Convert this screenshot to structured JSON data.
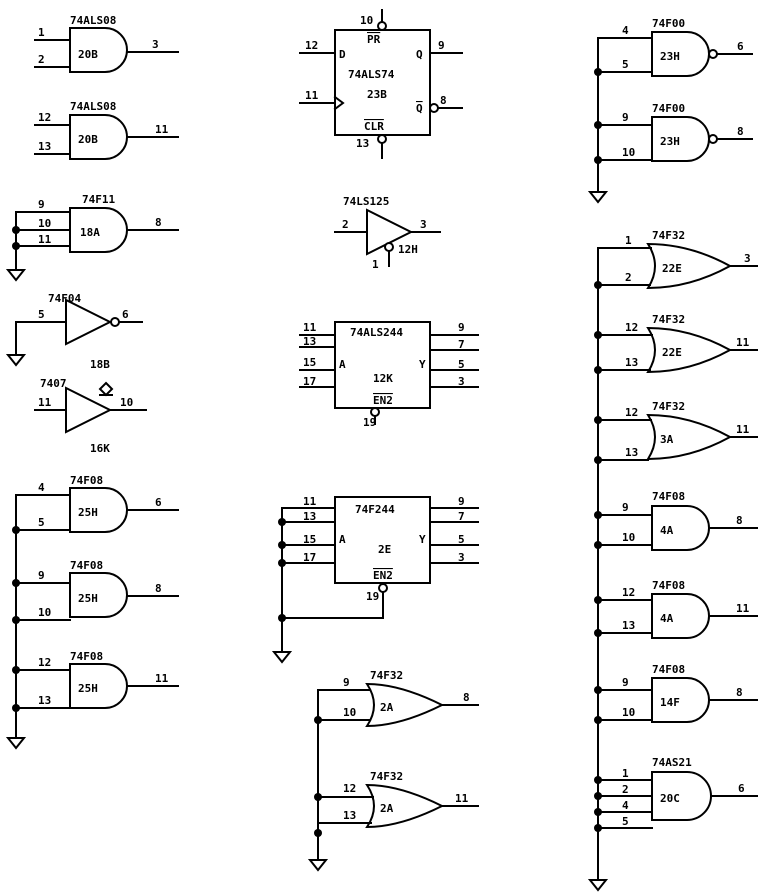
{
  "gates": [
    {
      "part": "74ALS08",
      "unit": "20B",
      "inputs": [
        "1",
        "2"
      ],
      "output": "3"
    },
    {
      "part": "74ALS08",
      "unit": "20B",
      "inputs": [
        "12",
        "13"
      ],
      "output": "11"
    },
    {
      "part": "74F11",
      "unit": "18A",
      "inputs": [
        "9",
        "10",
        "11"
      ],
      "output": "8"
    },
    {
      "part": "74F04",
      "unit": "18B",
      "inputs": [
        "5"
      ],
      "output": "6"
    },
    {
      "part": "7407",
      "unit": "16K",
      "inputs": [
        "11"
      ],
      "output": "10"
    },
    {
      "part": "74F08",
      "unit": "25H",
      "inputs": [
        "4",
        "5"
      ],
      "output": "6"
    },
    {
      "part": "74F08",
      "unit": "25H",
      "inputs": [
        "9",
        "10"
      ],
      "output": "8"
    },
    {
      "part": "74F08",
      "unit": "25H",
      "inputs": [
        "12",
        "13"
      ],
      "output": "11"
    },
    {
      "part": "74ALS74",
      "unit": "23B",
      "pins": {
        "pr": "10",
        "d": "12",
        "clk": "11",
        "clr": "13",
        "q": "9",
        "qn": "8"
      },
      "labels": {
        "d": "D",
        "pr": "PR",
        "clr": "CLR",
        "q": "Q",
        "qn": "Q"
      }
    },
    {
      "part": "74LS125",
      "unit": "12H",
      "inputs": [
        "2"
      ],
      "enable": "1",
      "output": "3"
    },
    {
      "part": "74ALS244",
      "unit": "12K",
      "inputs": [
        "11",
        "13",
        "15",
        "17"
      ],
      "outputs": [
        "9",
        "7",
        "5",
        "3"
      ],
      "enable": "19",
      "labels": {
        "a": "A",
        "y": "Y",
        "en": "EN2"
      }
    },
    {
      "part": "74F244",
      "unit": "2E",
      "inputs": [
        "11",
        "13",
        "15",
        "17"
      ],
      "outputs": [
        "9",
        "7",
        "5",
        "3"
      ],
      "enable": "19",
      "labels": {
        "a": "A",
        "y": "Y",
        "en": "EN2"
      }
    },
    {
      "part": "74F32",
      "unit": "2A",
      "inputs": [
        "9",
        "10"
      ],
      "output": "8"
    },
    {
      "part": "74F32",
      "unit": "2A",
      "inputs": [
        "12",
        "13"
      ],
      "output": "11"
    },
    {
      "part": "74F00",
      "unit": "23H",
      "inputs": [
        "4",
        "5"
      ],
      "output": "6"
    },
    {
      "part": "74F00",
      "unit": "23H",
      "inputs": [
        "9",
        "10"
      ],
      "output": "8"
    },
    {
      "part": "74F32",
      "unit": "22E",
      "inputs": [
        "1",
        "2"
      ],
      "output": "3"
    },
    {
      "part": "74F32",
      "unit": "22E",
      "inputs": [
        "12",
        "13"
      ],
      "output": "11"
    },
    {
      "part": "74F32",
      "unit": "3A",
      "inputs": [
        "12",
        "13"
      ],
      "output": "11"
    },
    {
      "part": "74F08",
      "unit": "4A",
      "inputs": [
        "9",
        "10"
      ],
      "output": "8"
    },
    {
      "part": "74F08",
      "unit": "4A",
      "inputs": [
        "12",
        "13"
      ],
      "output": "11"
    },
    {
      "part": "74F08",
      "unit": "14F",
      "inputs": [
        "9",
        "10"
      ],
      "output": "8"
    },
    {
      "part": "74AS21",
      "unit": "20C",
      "inputs": [
        "1",
        "2",
        "4",
        "5"
      ],
      "output": "6"
    }
  ]
}
